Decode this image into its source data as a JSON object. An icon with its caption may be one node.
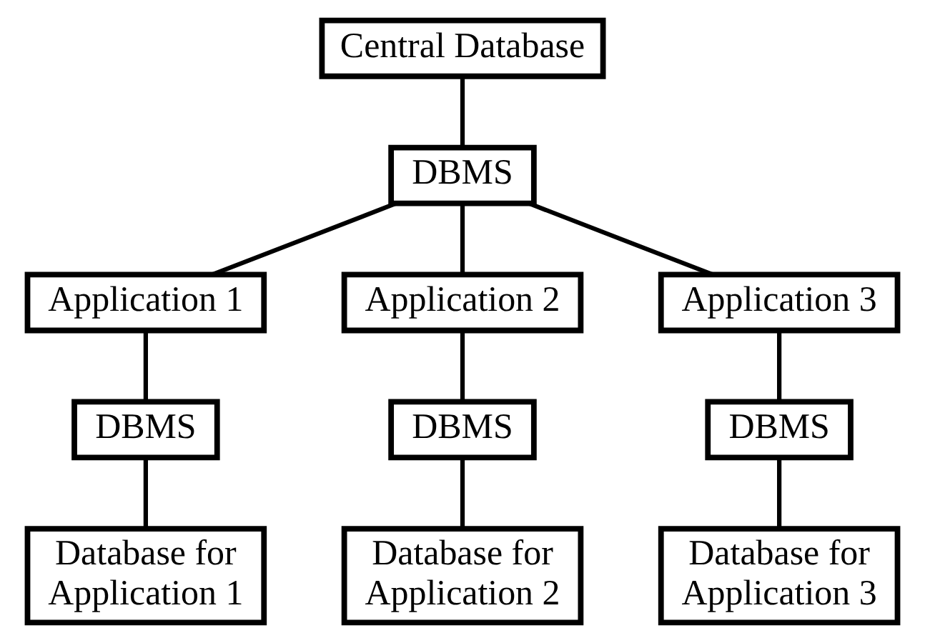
{
  "diagram": {
    "nodes": [
      {
        "text": [
          "Central Database"
        ]
      },
      {
        "text": [
          "DBMS"
        ]
      },
      {
        "text": [
          "Application 1"
        ]
      },
      {
        "text": [
          "Application 2"
        ]
      },
      {
        "text": [
          "Application 3"
        ]
      },
      {
        "text": [
          "DBMS"
        ]
      },
      {
        "text": [
          "DBMS"
        ]
      },
      {
        "text": [
          "DBMS"
        ]
      },
      {
        "text": [
          "Database for Application 1"
        ]
      },
      {
        "text": [
          "Database for Application 2"
        ]
      },
      {
        "text": [
          "Database for Application 3"
        ]
      }
    ],
    "edges": [
      {
        "from": 0,
        "to": 1,
        "arrow": "none"
      },
      {
        "from": 1,
        "to": 2,
        "arrow": "none"
      },
      {
        "from": 1,
        "to": 3,
        "arrow": "none"
      },
      {
        "from": 1,
        "to": 4,
        "arrow": "none"
      },
      {
        "from": 2,
        "to": 5,
        "arrow": "none"
      },
      {
        "from": 5,
        "to": 8,
        "arrow": "none"
      },
      {
        "from": 3,
        "to": 6,
        "arrow": "none"
      },
      {
        "from": 6,
        "to": 9,
        "arrow": "none"
      },
      {
        "from": 4,
        "to": 7,
        "arrow": "none"
      },
      {
        "from": 7,
        "to": 10,
        "arrow": "none"
      }
    ]
  }
}
